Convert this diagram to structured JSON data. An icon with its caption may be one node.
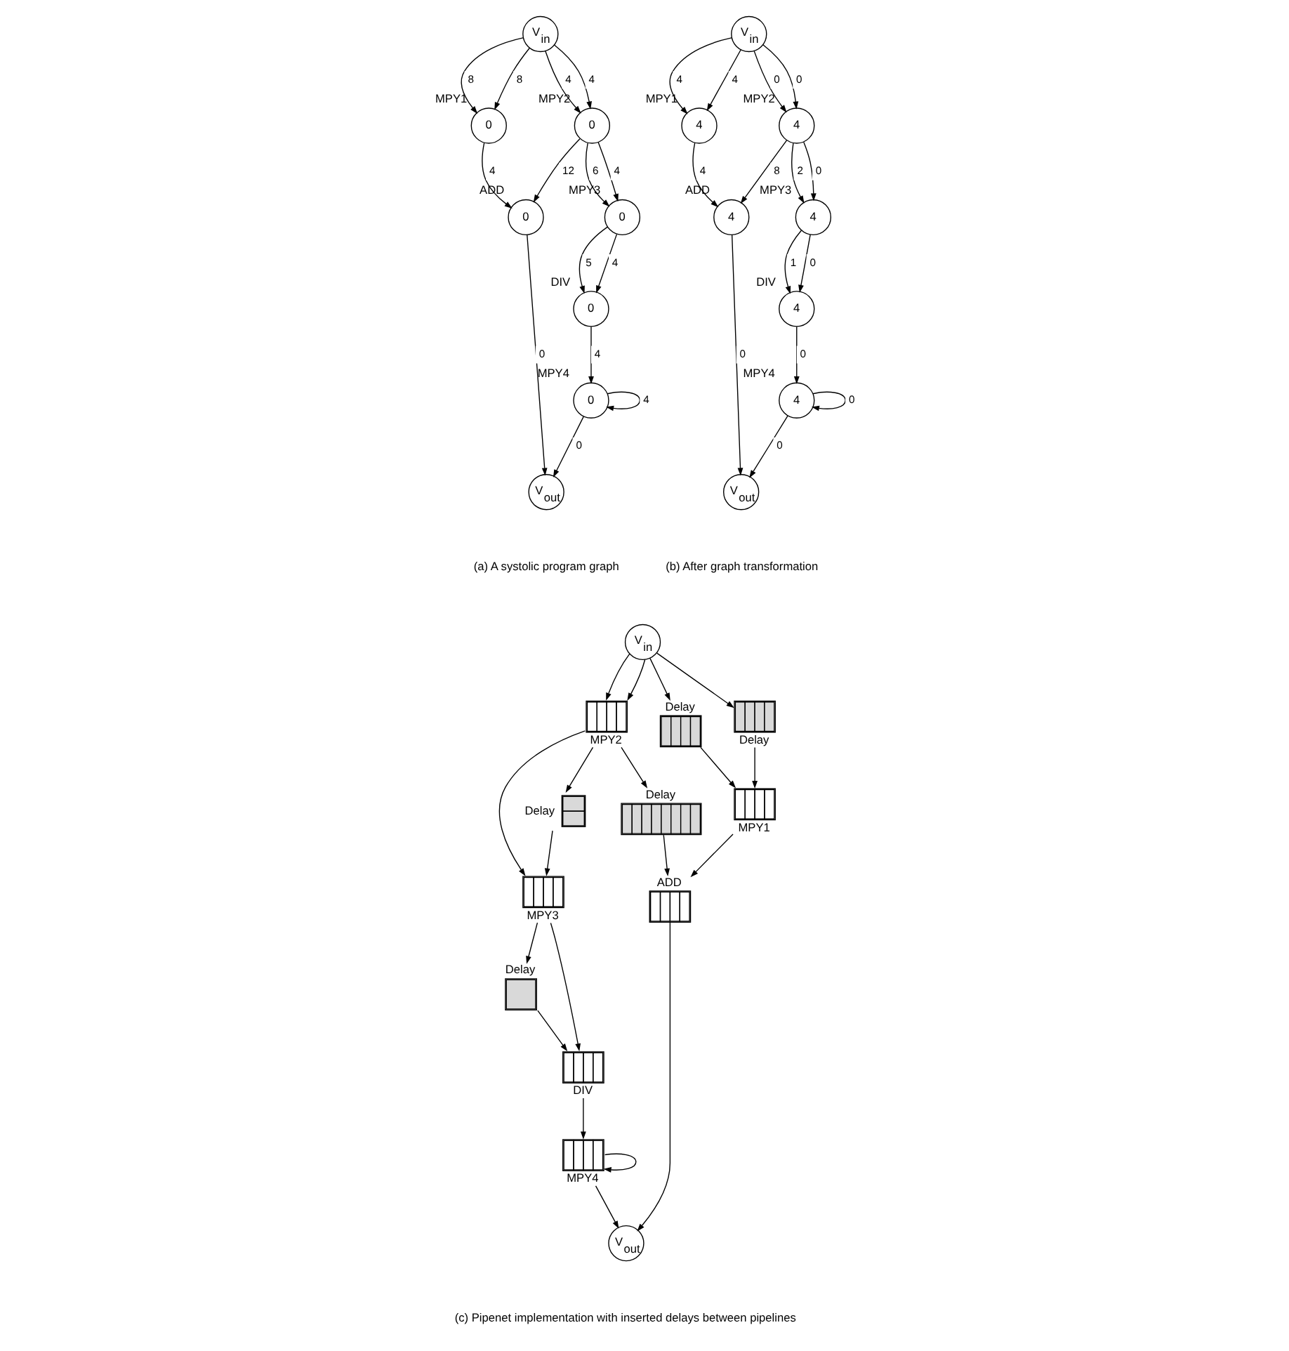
{
  "diagram": {
    "nodes": [
      {
        "text": [
          "V$_{in}$"
        ]
      },
      {
        "text": [
          "0"
        ],
        "beside": [
          "MPY1"
        ]
      },
      {
        "text": [
          "0"
        ],
        "beside": [
          "MPY2"
        ]
      },
      {
        "text": [
          "0"
        ],
        "beside": [
          "MPY3"
        ]
      },
      {
        "text": [
          "0"
        ],
        "beside": [
          "DIV"
        ]
      },
      {
        "text": [
          "0"
        ],
        "beside": [
          "ADD"
        ]
      },
      {
        "text": [
          "0"
        ],
        "beside": [
          "MPY4"
        ]
      },
      {
        "text": [
          "V$_{out}$"
        ]
      },
      {
        "text": [
          "V$_{in}$"
        ]
      },
      {
        "text": [
          "4"
        ],
        "beside": [
          "MPY1"
        ]
      },
      {
        "text": [
          "4"
        ],
        "beside": [
          "MPY2"
        ]
      },
      {
        "text": [
          "4"
        ],
        "beside": [
          "MPY3"
        ]
      },
      {
        "text": [
          "4"
        ],
        "beside": [
          "DIV"
        ]
      },
      {
        "text": [
          "4"
        ],
        "beside": [
          "ADD"
        ]
      },
      {
        "text": [
          "4"
        ],
        "beside": [
          "MPY4"
        ]
      },
      {
        "text": [
          "V$_{out}$"
        ]
      },
      {
        "text": [
          "V$_{in}$"
        ]
      },
      {
        "text": [
          "MPY3"
        ]
      },
      {
        "text": [
          "Delay"
        ]
      },
      {
        "text": [
          "DIV"
        ]
      },
      {
        "text": [
          "MPY4"
        ]
      },
      {
        "text": [
          "Delay"
        ]
      },
      {
        "text": [
          "MPY2"
        ]
      },
      {
        "text": [
          "Delay"
        ]
      },
      {
        "text": [
          "ADD"
        ]
      },
      {
        "text": [
          "V$_{out}$"
        ]
      },
      {
        "text": [
          "Delay"
        ]
      },
      {
        "text": [
          "MPY1"
        ]
      },
      {
        "text": [
          "Delay"
        ]
      }
    ],
    "edges": [
      {
        "from": 0,
        "to": 1,
        "arrow": "to",
        "label": "8"
      },
      {
        "from": 0,
        "to": 1,
        "arrow": "to",
        "label": "8"
      },
      {
        "from": 0,
        "to": 2,
        "arrow": "to",
        "label": "4"
      },
      {
        "from": 0,
        "to": 2,
        "arrow": "to",
        "label": "4"
      },
      {
        "from": 2,
        "to": 3,
        "arrow": "to",
        "label": "6"
      },
      {
        "from": 2,
        "to": 3,
        "arrow": "to",
        "label": "4"
      },
      {
        "from": 3,
        "to": 4,
        "arrow": "to",
        "label": "5"
      },
      {
        "from": 3,
        "to": 4,
        "arrow": "to",
        "label": "4"
      },
      {
        "from": 1,
        "to": 5,
        "arrow": "to",
        "label": "4"
      },
      {
        "from": 2,
        "to": 5,
        "arrow": "to",
        "label": "12"
      },
      {
        "from": 4,
        "to": 6,
        "arrow": "to",
        "label": "4"
      },
      {
        "from": 6,
        "to": 6,
        "arrow": "to",
        "label": "4"
      },
      {
        "from": 5,
        "to": 7,
        "arrow": "to",
        "label": "0"
      },
      {
        "from": 6,
        "to": 7,
        "arrow": "to",
        "label": "0"
      },
      {
        "from": 8,
        "to": 9,
        "arrow": "to",
        "label": "4"
      },
      {
        "from": 8,
        "to": 9,
        "arrow": "to",
        "label": "4"
      },
      {
        "from": 8,
        "to": 10,
        "arrow": "to",
        "label": "0"
      },
      {
        "from": 8,
        "to": 10,
        "arrow": "to",
        "label": "0"
      },
      {
        "from": 10,
        "to": 11,
        "arrow": "to",
        "label": "2"
      },
      {
        "from": 10,
        "to": 11,
        "arrow": "to",
        "label": "0"
      },
      {
        "from": 11,
        "to": 12,
        "arrow": "to",
        "label": "1"
      },
      {
        "from": 11,
        "to": 12,
        "arrow": "to",
        "label": "0"
      },
      {
        "from": 9,
        "to": 13,
        "arrow": "to",
        "label": "4"
      },
      {
        "from": 10,
        "to": 13,
        "arrow": "to",
        "label": "8"
      },
      {
        "from": 12,
        "to": 14,
        "arrow": "to",
        "label": "0"
      },
      {
        "from": 14,
        "to": 14,
        "arrow": "to",
        "label": "0"
      },
      {
        "from": 13,
        "to": 15,
        "arrow": "to",
        "label": "0"
      },
      {
        "from": 14,
        "to": 15,
        "arrow": "to",
        "label": "0"
      },
      {
        "from": 16,
        "to": 22,
        "arrow": "to"
      },
      {
        "from": 16,
        "to": 22,
        "arrow": "to"
      },
      {
        "from": 22,
        "to": 21,
        "arrow": "to"
      },
      {
        "from": 21,
        "to": 17,
        "arrow": "to"
      },
      {
        "from": 22,
        "to": 17,
        "arrow": "to"
      },
      {
        "from": 17,
        "to": 18,
        "arrow": "to"
      },
      {
        "from": 18,
        "to": 19,
        "arrow": "to"
      },
      {
        "from": 17,
        "to": 19,
        "arrow": "to"
      },
      {
        "from": 19,
        "to": 20,
        "arrow": "to"
      },
      {
        "from": 20,
        "to": 20,
        "arrow": "to"
      },
      {
        "from": 20,
        "to": 25,
        "arrow": "to"
      },
      {
        "from": 22,
        "to": 23,
        "arrow": "to"
      },
      {
        "from": 23,
        "to": 24,
        "arrow": "to"
      },
      {
        "from": 16,
        "to": 26,
        "arrow": "to"
      },
      {
        "from": 16,
        "to": 28,
        "arrow": "to"
      },
      {
        "from": 26,
        "to": 27,
        "arrow": "to"
      },
      {
        "from": 28,
        "to": 27,
        "arrow": "to"
      },
      {
        "from": 27,
        "to": 24,
        "arrow": "to"
      },
      {
        "from": 24,
        "to": 25,
        "arrow": "to"
      }
    ],
    "labels": [
      "(a) A systolic program graph",
      "(b) After graph transformation",
      "(c) Pipenet implementation with inserted delays between pipelines"
    ]
  }
}
